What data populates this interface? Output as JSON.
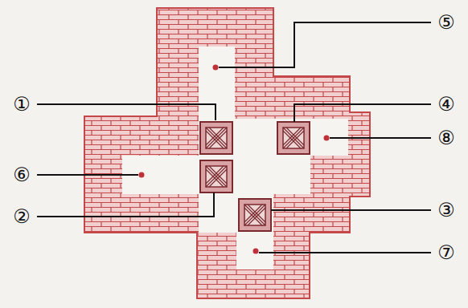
{
  "diagram": {
    "labels": [
      "⑤",
      "①",
      "④",
      "⑧",
      "⑥",
      "②",
      "③",
      "⑦"
    ]
  }
}
